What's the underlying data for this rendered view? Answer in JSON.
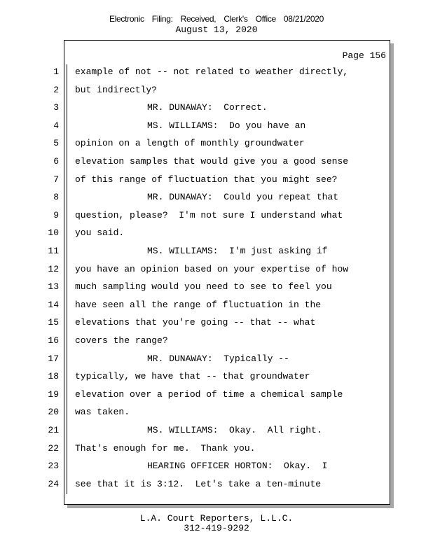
{
  "header": {
    "filing_stamp": "Electronic Filing: Received, Clerk's Office 08/21/2020",
    "date": "August 13, 2020"
  },
  "page": {
    "label": "Page 156",
    "lines": [
      {
        "n": "1",
        "indent": false,
        "text": "example of not -- not related to weather directly,"
      },
      {
        "n": "2",
        "indent": false,
        "text": "but indirectly?"
      },
      {
        "n": "3",
        "indent": true,
        "text": "MR. DUNAWAY:  Correct."
      },
      {
        "n": "4",
        "indent": true,
        "text": "MS. WILLIAMS:  Do you have an"
      },
      {
        "n": "5",
        "indent": false,
        "text": "opinion on a length of monthly groundwater"
      },
      {
        "n": "6",
        "indent": false,
        "text": "elevation samples that would give you a good sense"
      },
      {
        "n": "7",
        "indent": false,
        "text": "of this range of fluctuation that you might see?"
      },
      {
        "n": "8",
        "indent": true,
        "text": "MR. DUNAWAY:  Could you repeat that"
      },
      {
        "n": "9",
        "indent": false,
        "text": "question, please?  I'm not sure I understand what"
      },
      {
        "n": "10",
        "indent": false,
        "text": "you said."
      },
      {
        "n": "11",
        "indent": true,
        "text": "MS. WILLIAMS:  I'm just asking if"
      },
      {
        "n": "12",
        "indent": false,
        "text": "you have an opinion based on your expertise of how"
      },
      {
        "n": "13",
        "indent": false,
        "text": "much sampling would you need to see to feel you"
      },
      {
        "n": "14",
        "indent": false,
        "text": "have seen all the range of fluctuation in the"
      },
      {
        "n": "15",
        "indent": false,
        "text": "elevations that you're going -- that -- what"
      },
      {
        "n": "16",
        "indent": false,
        "text": "covers the range?"
      },
      {
        "n": "17",
        "indent": true,
        "text": "MR. DUNAWAY:  Typically --"
      },
      {
        "n": "18",
        "indent": false,
        "text": "typically, we have that -- that groundwater"
      },
      {
        "n": "19",
        "indent": false,
        "text": "elevation over a period of time a chemical sample"
      },
      {
        "n": "20",
        "indent": false,
        "text": "was taken."
      },
      {
        "n": "21",
        "indent": true,
        "text": "MS. WILLIAMS:  Okay.  All right."
      },
      {
        "n": "22",
        "indent": false,
        "text": "That's enough for me.  Thank you."
      },
      {
        "n": "23",
        "indent": true,
        "text": "HEARING OFFICER HORTON:  Okay.  I"
      },
      {
        "n": "24",
        "indent": false,
        "text": "see that it is 3:12.  Let's take a ten-minute"
      }
    ]
  },
  "footer": {
    "company": "L.A. Court Reporters, L.L.C.",
    "phone": "312-419-9292"
  }
}
